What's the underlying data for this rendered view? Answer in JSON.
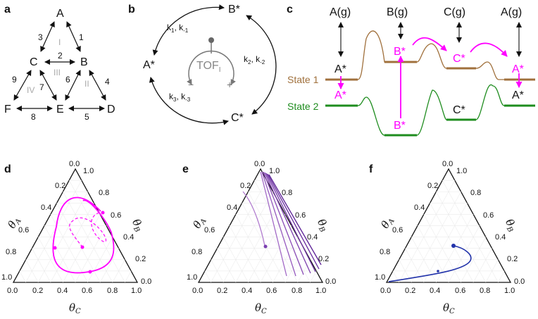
{
  "panels": {
    "a": "a",
    "b": "b",
    "c": "c",
    "d": "d",
    "e": "e",
    "f": "f"
  },
  "colors": {
    "magenta": "#ff00ff",
    "brown": "#a0703c",
    "green": "#1e8c1e",
    "purple": "#7a3fb0",
    "blue": "#2233aa",
    "gray": "#888888"
  },
  "panel_a": {
    "nodes": {
      "A": "A",
      "B": "B",
      "C": "C",
      "D": "D",
      "E": "E",
      "F": "F"
    },
    "edges": {
      "e1": "1",
      "e2": "2",
      "e3": "3",
      "e4": "4",
      "e5": "5",
      "e6": "6",
      "e7": "7",
      "e8": "8",
      "e9": "9"
    },
    "regions": {
      "I": "I",
      "II": "II",
      "III": "III",
      "IV": "IV"
    }
  },
  "panel_b": {
    "nodes": {
      "A": "A*",
      "B": "B*",
      "C": "C*"
    },
    "rates": {
      "r1": "k",
      "r1b": "1",
      "r1c": ", k",
      "r1d": "-1",
      "r2": "k",
      "r2b": "2",
      "r2c": ", k",
      "r2d": "-2",
      "r3": "k",
      "r3b": "3",
      "r3c": ", k",
      "r3d": "-3"
    },
    "tof": "TOF",
    "tof_sub": "I",
    "minus": "−",
    "plus": "+"
  },
  "panel_c": {
    "gases": [
      "A(g)",
      "B(g)",
      "C(g)",
      "A(g)"
    ],
    "state1": "State 1",
    "state2": "State 2",
    "labels": {
      "A1": "A*",
      "B1": "B*",
      "C1": "C*",
      "A1b": "A*",
      "A2": "A*",
      "B2": "B*",
      "C2": "C*",
      "A2b": "A*"
    }
  },
  "ternary_ticks": [
    "0.0",
    "0.2",
    "0.4",
    "0.6",
    "0.8",
    "1.0"
  ],
  "axes": {
    "theta": "θ",
    "A": "A",
    "B": "B",
    "C": "C"
  }
}
